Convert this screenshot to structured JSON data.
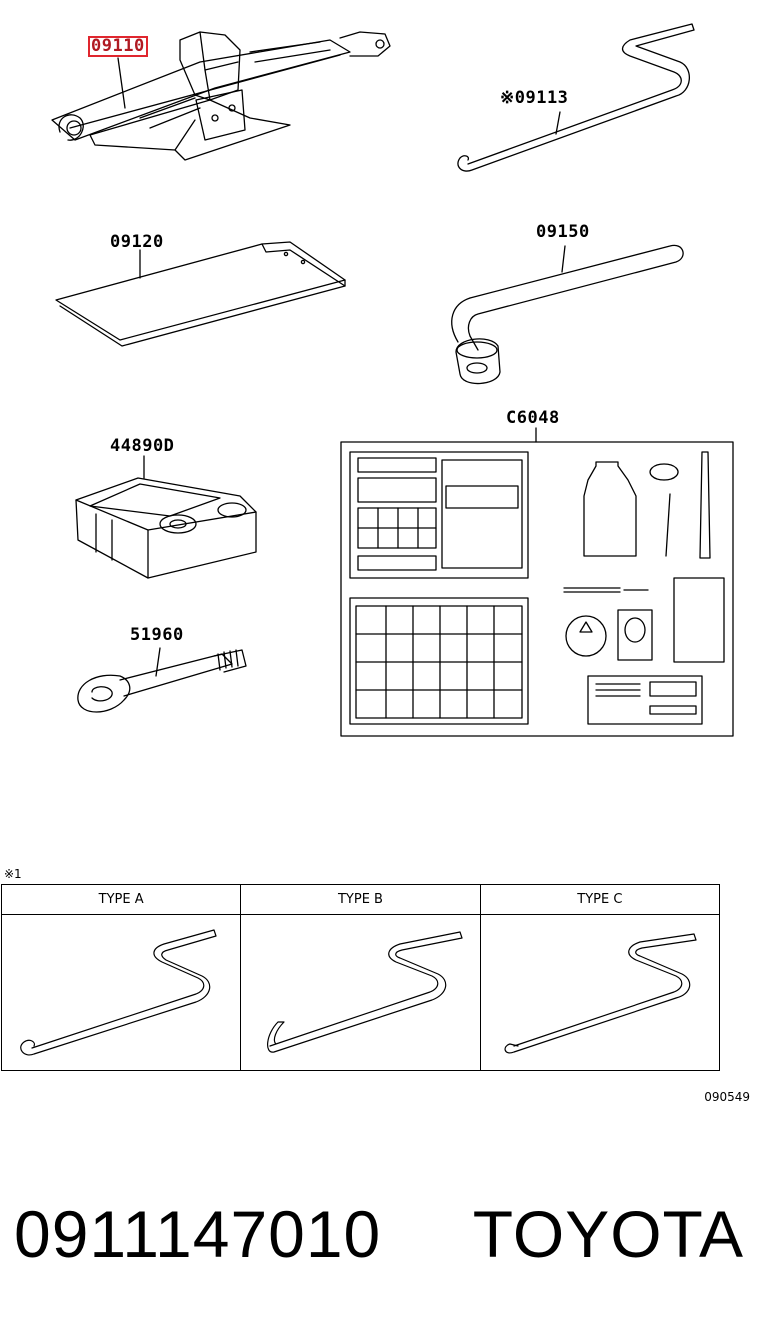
{
  "parts": {
    "jack": "09110",
    "handle": "※09113",
    "bag": "09120",
    "wrench": "09150",
    "tool_box": "44890D",
    "tow_hook": "51960",
    "kit": "C6048"
  },
  "types_table": {
    "note": "※1",
    "headers": [
      "TYPE A",
      "TYPE B",
      "TYPE C"
    ]
  },
  "diagram_code": "090549",
  "part_number": "0911147010",
  "brand": "TOYOTA",
  "colors": {
    "highlight": "#e0262e"
  }
}
